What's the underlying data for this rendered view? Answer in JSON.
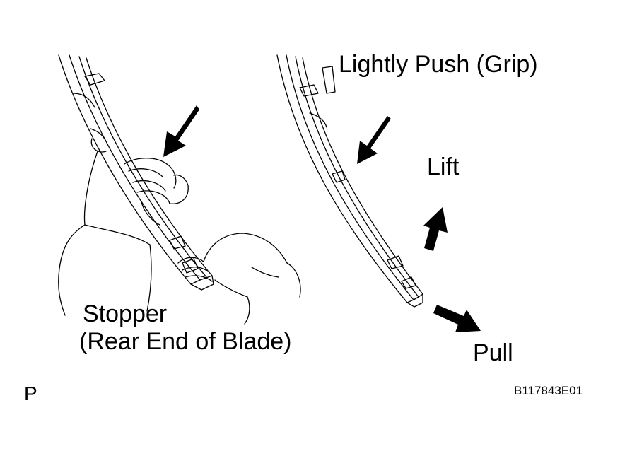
{
  "labels": {
    "lightly_push": "Lightly Push (Grip)",
    "lift": "Lift",
    "stopper_line1": "Stopper",
    "stopper_line2": "(Rear End of Blade)",
    "pull": "Pull",
    "page_mark": "P",
    "figure_code": "B117843E01"
  },
  "colors": {
    "line": "#000000",
    "background": "#ffffff"
  },
  "icons": [
    "push-arrow-icon",
    "lift-arrow-icon",
    "pull-arrow-icon"
  ]
}
